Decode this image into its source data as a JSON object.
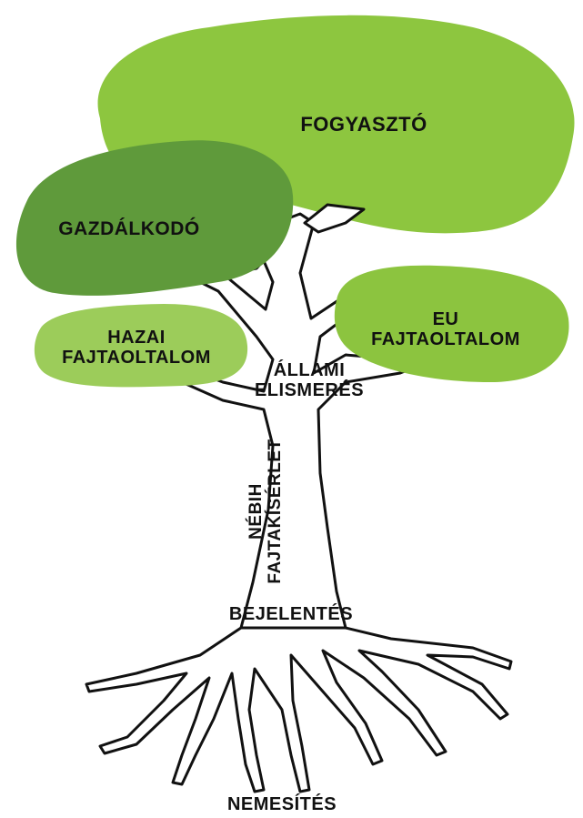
{
  "colors": {
    "fogyaszto_blob": "#8dc63f",
    "gazdalkodo_blob": "#5f9a3b",
    "hazai_blob": "#9ccc5a",
    "eu_blob": "#8cc43f",
    "tree_outline": "#111111",
    "text": "#111111"
  },
  "labels": {
    "fogyaszto": "FOGYASZTÓ",
    "gazdalkodo": "GAZDÁLKODÓ",
    "hazai_line1": "HAZAI",
    "hazai_line2": "FAJTAOLTALOM",
    "eu_line1": "EU",
    "eu_line2": "FAJTAOLTALOM",
    "allami_line1": "ÁLLAMI",
    "allami_line2": "ELISMERÉS",
    "nebih_line1": "NÉBIH",
    "nebih_line2": "FAJTAKÍSÉRLET",
    "bejelentes": "BEJELENTÉS",
    "nemesites": "NEMESÍTÉS"
  }
}
